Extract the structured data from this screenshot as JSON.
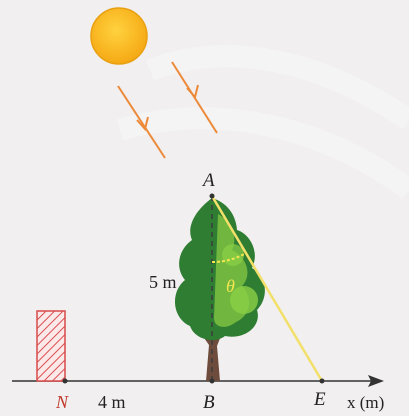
{
  "figure": {
    "labels": {
      "point_a": "A",
      "point_b": "B",
      "point_e": "E",
      "point_n": "N",
      "axis": "x (m)",
      "tree_height": "5 m",
      "distance_nb": "4 m",
      "angle": "θ"
    },
    "colors": {
      "background": "#f1efef",
      "sun": "#f5b61c",
      "rays": "#ec8a3a",
      "shadow_line": "#f2e06a",
      "angle_label": "#f3e64f",
      "pole_fill": "#d94a4a",
      "tree_dark": "#2e7d32",
      "tree_light": "#7cc142",
      "trunk": "#6d4c3d",
      "axis": "#333333",
      "n_label": "#c0392b"
    }
  }
}
